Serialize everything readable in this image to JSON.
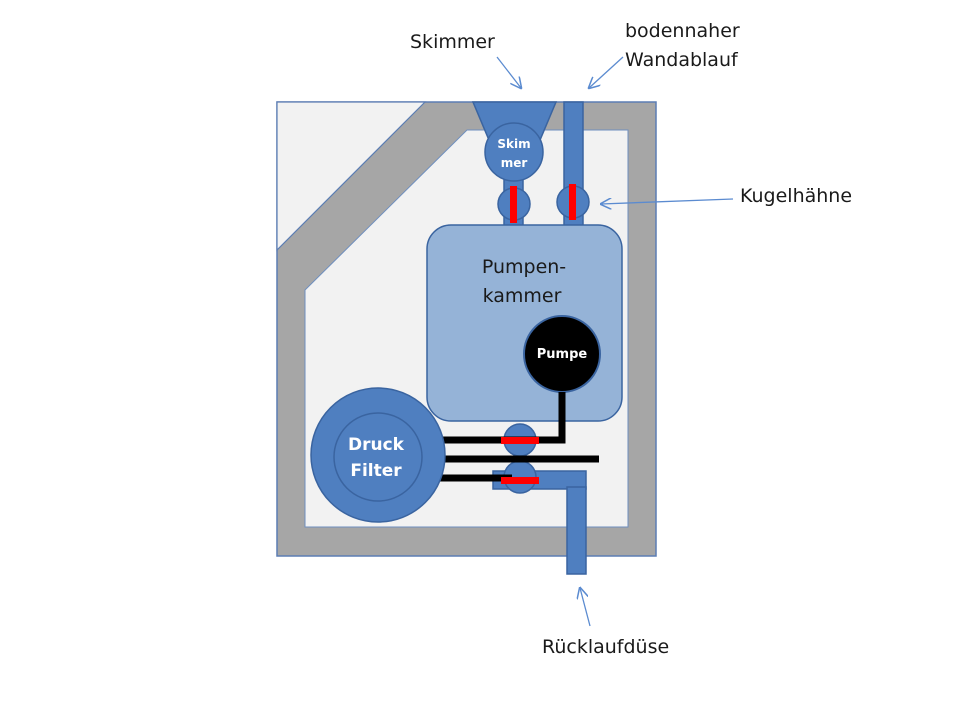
{
  "labels": {
    "skimmer": "Skimmer",
    "drain_line1": "bodennaher",
    "drain_line2": "Wandablauf",
    "ball_valves": "Kugelhähne",
    "return_nozzle": "Rücklaufdüse"
  },
  "components": {
    "skimmer_line1": "Skim",
    "skimmer_line2": "mer",
    "chamber_line1": "Pumpen-",
    "chamber_line2": "kammer",
    "pump": "Pumpe",
    "filter_line1": "Druck",
    "filter_line2": "Filter"
  },
  "colors": {
    "wall": "#a6a6a6",
    "wall_stroke": "#5b7db3",
    "interior": "#f2f2f2",
    "pipe": "#4f7fc0",
    "pipe_stroke": "#3a64a0",
    "chamber": "#95b3d7",
    "valve_handle": "#ff0000",
    "black_pipe": "#000000",
    "pump": "#000000",
    "arrow": "#5b8bd0"
  }
}
